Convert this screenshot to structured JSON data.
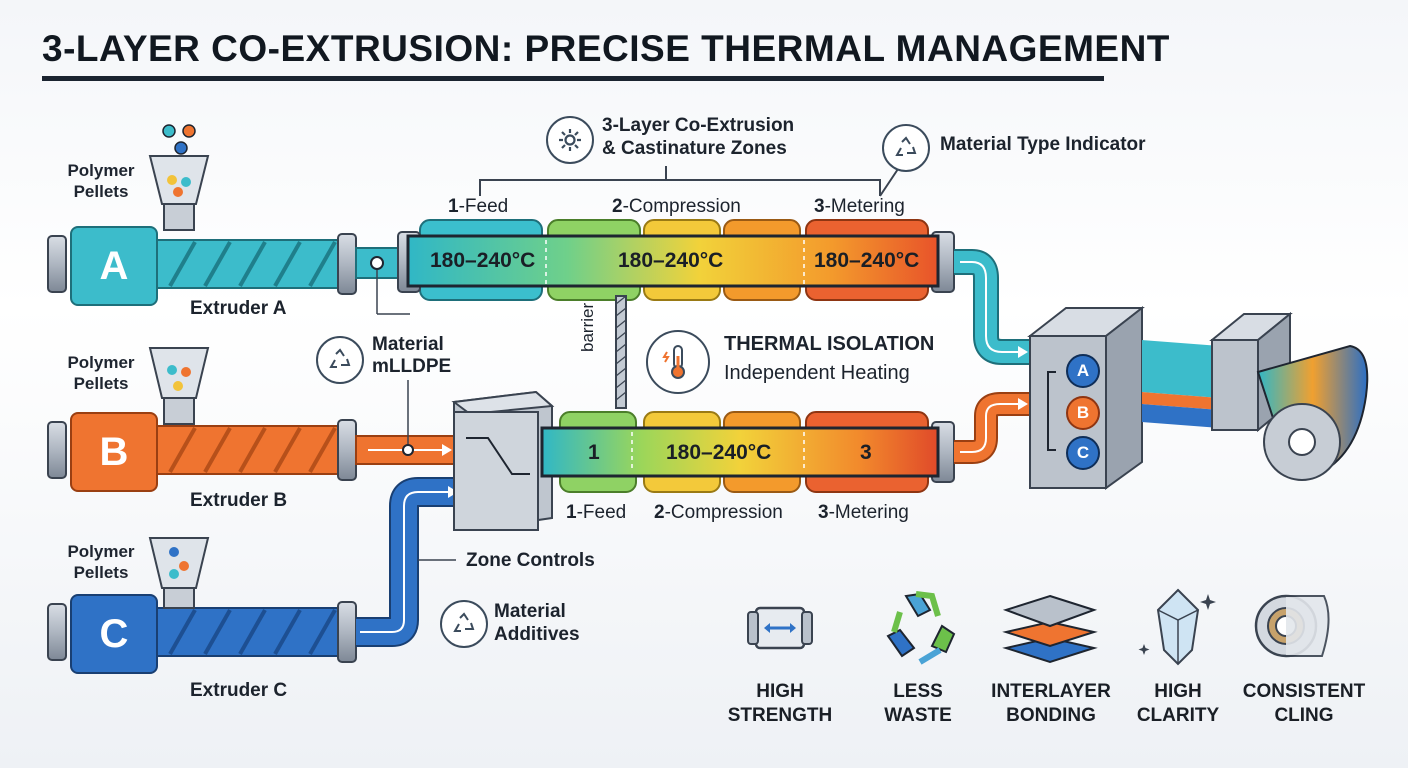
{
  "title": "3-LAYER CO-EXTRUSION: PRECISE THERMAL MANAGEMENT",
  "extruders": [
    {
      "letter": "A",
      "name": "Extruder A",
      "hopper": "Polymer\nPellets",
      "color": "#2fb3c4"
    },
    {
      "letter": "B",
      "name": "Extruder B",
      "hopper": "Polymer\nPellets",
      "color": "#ee6a24"
    },
    {
      "letter": "C",
      "name": "Extruder C",
      "hopper": "Polymer\nPellets",
      "color": "#2c6fc4"
    }
  ],
  "top_zones": {
    "header_line1": "3-Layer Co-Extrusion",
    "header_line2": "& Castinature Zones",
    "labels": [
      {
        "num": "1",
        "text": "-Feed"
      },
      {
        "num": "2",
        "text": "-Compression"
      },
      {
        "num": "3",
        "text": "-Metering"
      }
    ],
    "temps": [
      "180–240°C",
      "180–240°C",
      "180–240°C"
    ]
  },
  "bottom_zones": {
    "values": [
      "1",
      "180–240°C",
      "3"
    ],
    "labels": [
      {
        "num": "1",
        "text": "-Feed"
      },
      {
        "num": "2",
        "text": "-Compression"
      },
      {
        "num": "3",
        "text": "-Metering"
      }
    ]
  },
  "material_type_indicator": "Material Type Indicator",
  "material_mlldpe": {
    "line1": "Material",
    "line2": "mLLDPE"
  },
  "barrier": "barrier",
  "thermal": {
    "title": "THERMAL ISOLATION",
    "subtitle": "Independent Heating"
  },
  "zone_controls": "Zone Controls",
  "material_additives": {
    "line1": "Material",
    "line2": "Additives"
  },
  "die_layers": [
    "A",
    "B",
    "C"
  ],
  "features": [
    {
      "line1": "HIGH",
      "line2": "STRENGTH",
      "icon": "roller-icon"
    },
    {
      "line1": "LESS",
      "line2": "WASTE",
      "icon": "recycle-icon"
    },
    {
      "line1": "INTERLAYER",
      "line2": "BONDING",
      "icon": "layers-icon"
    },
    {
      "line1": "HIGH",
      "line2": "CLARITY",
      "icon": "crystal-icon"
    },
    {
      "line1": "CONSISTENT",
      "line2": "CLING",
      "icon": "film-roll-icon"
    }
  ],
  "colors": {
    "teal": "#2fb3c4",
    "orange": "#ee6a24",
    "blue": "#2c6fc4",
    "dark": "#1b2430"
  }
}
